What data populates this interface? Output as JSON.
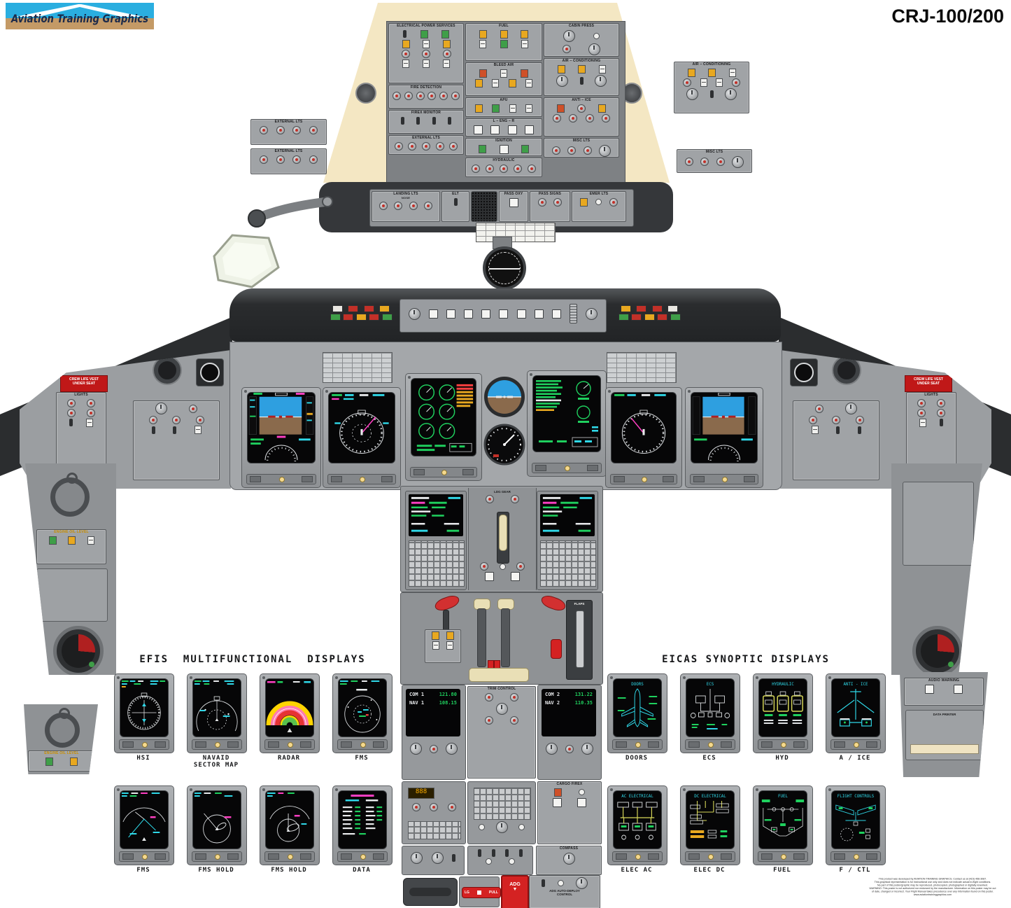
{
  "header": {
    "logo": "Aviation Training Graphics",
    "title": "CRJ-100/200"
  },
  "overhead": {
    "electrical": "ELECTRICAL POWER SERVICES",
    "fuel": "FUEL",
    "cabin_press": "CABIN PRESS",
    "bleed_air": "BLEED AIR",
    "air_cond": "AIR – CONDITIONING",
    "fire_detection": "FIRE DETECTION",
    "firex_monitor": "FIREX MONITOR",
    "external_lts": "EXTERNAL LTS",
    "apu": "APU",
    "eng": "L – ENG – R",
    "ignition": "IGNITION",
    "hydraulic": "HYDRAULIC",
    "anti_ice": "ANTI – ICE",
    "misc_lts": "MISC LTS",
    "landing_lts": "LANDING LTS",
    "nose": "NOSE",
    "elt": "ELT",
    "pass_oxy": "PASS OXY",
    "pass_signs": "PASS SIGNS",
    "emer_lts": "EMER LTS"
  },
  "satellites": {
    "ext1": "EXTERNAL LTS",
    "ext2": "EXTERNAL LTS",
    "air_cond": "AIR – CONDITIONING",
    "misc": "MISC LTS"
  },
  "main_panel": {
    "crew_vest": "CREW LIFE VEST\nUNDER SEAT",
    "lights": "LIGHTS"
  },
  "consoles": {
    "oil1": "ENGINE OIL LEVEL",
    "oil2": "ENGINE OIL LEVEL",
    "audio_warning": "AUDIO WARNING",
    "data_printer": "DATA PRINTER"
  },
  "pedestal": {
    "ldg_gear": "LDG GEAR",
    "flaps": "FLAPS",
    "trim": "TRIM CONTROL",
    "cargo_firex": "CARGO FIREX",
    "compass": "COMPASS",
    "lg": "LG",
    "pull": "PULL",
    "adg": "ADG",
    "adg_ctl": "ADG AUTO-DEPLOY\nCONTROL",
    "com1": "COM 1",
    "com1_freq": "121.80",
    "nav1": "NAV 1",
    "nav1_freq": "108.15",
    "com2": "COM 2",
    "com2_freq": "131.22",
    "nav2": "NAV 2",
    "nav2_freq": "110.35"
  },
  "efis": {
    "heading": "EFIS  MULTIFUNCTIONAL  DISPLAYS",
    "row1": [
      {
        "label": "HSI"
      },
      {
        "label": "NAVAID\nSECTOR MAP"
      },
      {
        "label": "RADAR"
      },
      {
        "label": "FMS"
      }
    ],
    "row2": [
      {
        "label": "FMS"
      },
      {
        "label": "FMS HOLD"
      },
      {
        "label": "FMS HOLD"
      },
      {
        "label": "DATA"
      }
    ]
  },
  "eicas": {
    "heading": "EICAS SYNOPTIC DISPLAYS",
    "row1": [
      {
        "label": "DOORS",
        "title": "DOORS"
      },
      {
        "label": "ECS",
        "title": "ECS"
      },
      {
        "label": "HYD",
        "title": "HYDRAULIC"
      },
      {
        "label": "A / ICE",
        "title": "ANTI - ICE"
      }
    ],
    "row2": [
      {
        "label": "ELEC AC",
        "title": "AC ELECTRICAL"
      },
      {
        "label": "ELEC DC",
        "title": "DC ELECTRICAL"
      },
      {
        "label": "FUEL",
        "title": "FUEL"
      },
      {
        "label": "F / CTL",
        "title": "FLIGHT CONTROLS"
      }
    ]
  },
  "fine_print": {
    "lines": [
      "This product was developed by AVIATION TRAINING GRAPHICS.  Contact us at (415) 456-3087.",
      "This graphical representation is for instructional use only and does not indicate actual in-flight conditions.",
      "No part of this poster/graphic may be reproduced, photocopied, photographed or digitally reworked.",
      "WARNING: This poster is not authorized nor endorsed by the manufacturer. Information on this poster may be out",
      "of date, changed or incorrect. Your Flight Manual takes precedence over any information found on this poster.",
      "www.aviationtraininggraphics.com"
    ]
  },
  "colors": {
    "cream": "#f4e7c3",
    "panel_gray": "#9a9da0",
    "display_green": "#1fd05e",
    "display_cyan": "#2fd8e8",
    "display_magenta": "#ff3fc3",
    "caution_amber": "#e8a820",
    "warning_red": "#d03030"
  }
}
